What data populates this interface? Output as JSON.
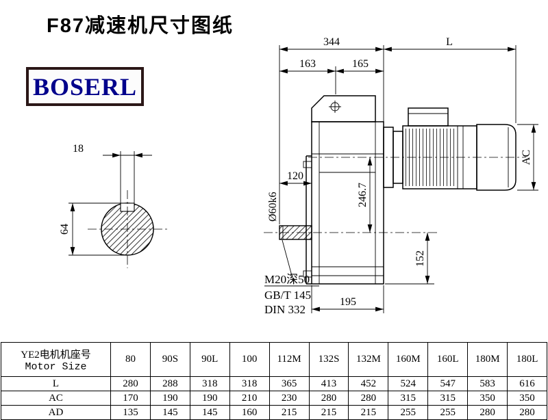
{
  "page": {
    "title": "F87减速机尺寸图纸",
    "logo": "BOSERL"
  },
  "drawing": {
    "dims": {
      "d344": "344",
      "dL": "L",
      "d163": "163",
      "d165": "165",
      "d18": "18",
      "d64": "64",
      "d120": "120",
      "shaft_dia": "Ø60k6",
      "d246_7": "246.7",
      "dAC": "AC",
      "d152": "152",
      "d195": "195"
    },
    "notes": [
      "M20深50",
      "GB/T 145",
      "DIN 332"
    ]
  },
  "table": {
    "header_cn": "YE2电机机座号",
    "header_en": "Motor Size",
    "columns": [
      "80",
      "90S",
      "90L",
      "100",
      "112M",
      "132S",
      "132M",
      "160M",
      "160L",
      "180M",
      "180L"
    ],
    "rows": [
      {
        "label": "L",
        "values": [
          "280",
          "288",
          "318",
          "318",
          "365",
          "413",
          "452",
          "524",
          "547",
          "583",
          "616"
        ]
      },
      {
        "label": "AC",
        "values": [
          "170",
          "190",
          "190",
          "210",
          "230",
          "280",
          "280",
          "315",
          "315",
          "350",
          "350"
        ]
      },
      {
        "label": "AD",
        "values": [
          "135",
          "145",
          "145",
          "160",
          "215",
          "215",
          "215",
          "255",
          "255",
          "280",
          "280"
        ]
      }
    ]
  },
  "colors": {
    "logo_text": "#00008B",
    "logo_border": "#2b1717",
    "line": "#000000"
  }
}
